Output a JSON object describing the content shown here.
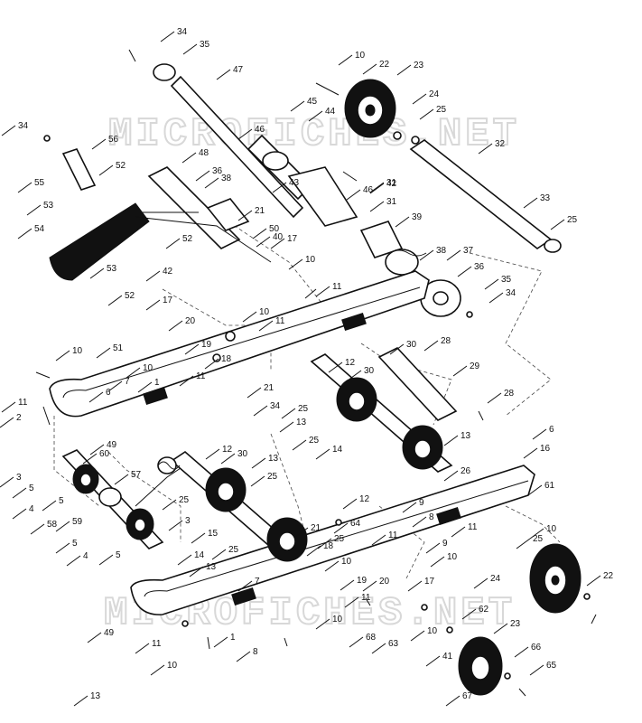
{
  "watermarks": [
    "MICROFICHES.NET",
    "MICROFICHES.NET"
  ],
  "callouts": [
    {
      "n": "34"
    },
    {
      "n": "35"
    },
    {
      "n": "47"
    },
    {
      "n": "10"
    },
    {
      "n": "22"
    },
    {
      "n": "23"
    },
    {
      "n": "24"
    },
    {
      "n": "25"
    },
    {
      "n": "45"
    },
    {
      "n": "44"
    },
    {
      "n": "46"
    },
    {
      "n": "34"
    },
    {
      "n": "56"
    },
    {
      "n": "32"
    },
    {
      "n": "48"
    },
    {
      "n": "36"
    },
    {
      "n": "38"
    },
    {
      "n": "42"
    },
    {
      "n": "31"
    },
    {
      "n": "46"
    },
    {
      "n": "31"
    },
    {
      "n": "52"
    },
    {
      "n": "55"
    },
    {
      "n": "43"
    },
    {
      "n": "53"
    },
    {
      "n": "21"
    },
    {
      "n": "33"
    },
    {
      "n": "40"
    },
    {
      "n": "39"
    },
    {
      "n": "25"
    },
    {
      "n": "54"
    },
    {
      "n": "50"
    },
    {
      "n": "52"
    },
    {
      "n": "17"
    },
    {
      "n": "38"
    },
    {
      "n": "37"
    },
    {
      "n": "42"
    },
    {
      "n": "53"
    },
    {
      "n": "52"
    },
    {
      "n": "10"
    },
    {
      "n": "36"
    },
    {
      "n": "11"
    },
    {
      "n": "35"
    },
    {
      "n": "34"
    },
    {
      "n": "17"
    },
    {
      "n": "10"
    },
    {
      "n": "20"
    },
    {
      "n": "11"
    },
    {
      "n": "51"
    },
    {
      "n": "19"
    },
    {
      "n": "10"
    },
    {
      "n": "18"
    },
    {
      "n": "11"
    },
    {
      "n": "30"
    },
    {
      "n": "28"
    },
    {
      "n": "10"
    },
    {
      "n": "12"
    },
    {
      "n": "1"
    },
    {
      "n": "29"
    },
    {
      "n": "11"
    },
    {
      "n": "6"
    },
    {
      "n": "7"
    },
    {
      "n": "30"
    },
    {
      "n": "21"
    },
    {
      "n": "34"
    },
    {
      "n": "28"
    },
    {
      "n": "2"
    },
    {
      "n": "25"
    },
    {
      "n": "13"
    },
    {
      "n": "49"
    },
    {
      "n": "25"
    },
    {
      "n": "14"
    },
    {
      "n": "13"
    },
    {
      "n": "6"
    },
    {
      "n": "60"
    },
    {
      "n": "12"
    },
    {
      "n": "3"
    },
    {
      "n": "30"
    },
    {
      "n": "13"
    },
    {
      "n": "16"
    },
    {
      "n": "5"
    },
    {
      "n": "25"
    },
    {
      "n": "57"
    },
    {
      "n": "26"
    },
    {
      "n": "4"
    },
    {
      "n": "25"
    },
    {
      "n": "12"
    },
    {
      "n": "5"
    },
    {
      "n": "61"
    },
    {
      "n": "58"
    },
    {
      "n": "59"
    },
    {
      "n": "9"
    },
    {
      "n": "3"
    },
    {
      "n": "5"
    },
    {
      "n": "15"
    },
    {
      "n": "11"
    },
    {
      "n": "10"
    },
    {
      "n": "4"
    },
    {
      "n": "25"
    },
    {
      "n": "25"
    },
    {
      "n": "14"
    },
    {
      "n": "64"
    },
    {
      "n": "8"
    },
    {
      "n": "21"
    },
    {
      "n": "5"
    },
    {
      "n": "25"
    },
    {
      "n": "13"
    },
    {
      "n": "18"
    },
    {
      "n": "11"
    },
    {
      "n": "10"
    },
    {
      "n": "10"
    },
    {
      "n": "9"
    },
    {
      "n": "7"
    },
    {
      "n": "19"
    },
    {
      "n": "20"
    },
    {
      "n": "24"
    },
    {
      "n": "17"
    },
    {
      "n": "22"
    },
    {
      "n": "11"
    },
    {
      "n": "10"
    },
    {
      "n": "62"
    },
    {
      "n": "23"
    },
    {
      "n": "49"
    },
    {
      "n": "1"
    },
    {
      "n": "68"
    },
    {
      "n": "63"
    },
    {
      "n": "10"
    },
    {
      "n": "11"
    },
    {
      "n": "8"
    },
    {
      "n": "41"
    },
    {
      "n": "66"
    },
    {
      "n": "10"
    },
    {
      "n": "65"
    },
    {
      "n": "13"
    },
    {
      "n": "67"
    }
  ]
}
